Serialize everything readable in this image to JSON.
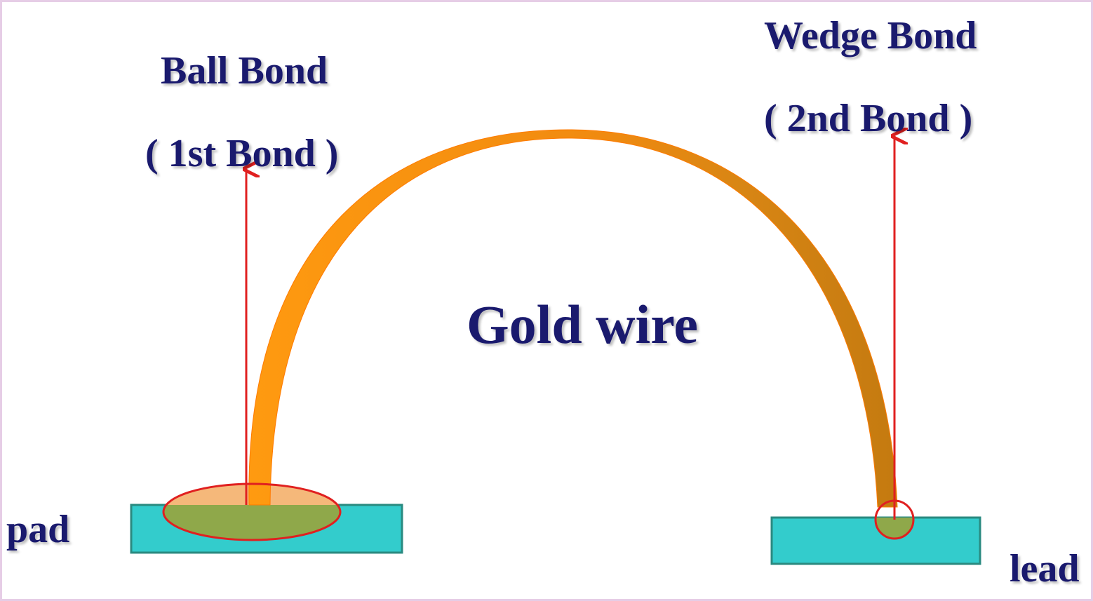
{
  "labels": {
    "ball_bond": "Ball Bond",
    "first_bond": "( 1st Bond )",
    "wedge_bond": "Wedge Bond",
    "second_bond": "( 2nd Bond )",
    "gold_wire": "Gold wire",
    "pad": "pad",
    "lead": "lead"
  },
  "colors": {
    "text": "#1a1a6e",
    "wire_light": "#ff8c00",
    "wire_dark": "#cc7a00",
    "substrate_fill": "#33cccc",
    "substrate_stroke": "#2a8a80",
    "ball_fill": "#f5b87a",
    "ball_overlap": "#8fa84a",
    "bond_outline": "#e02020",
    "arrow": "#e02020",
    "frame_border": "#e6cde6"
  }
}
